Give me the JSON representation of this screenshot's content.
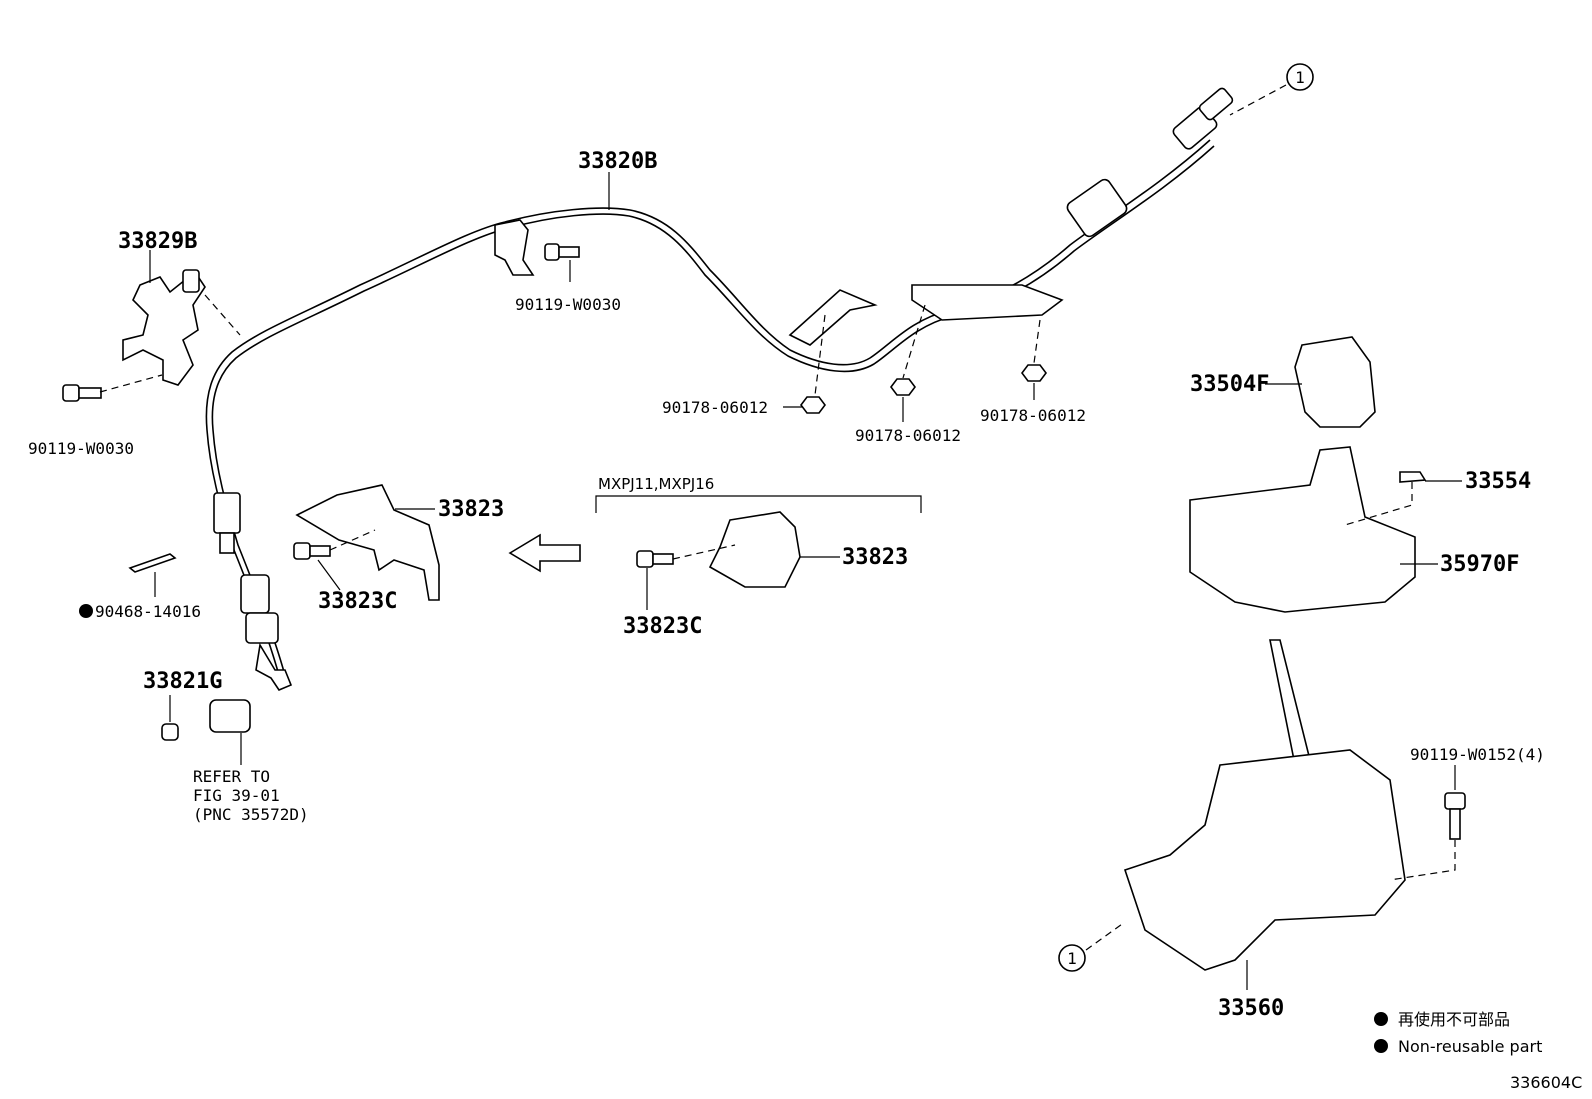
{
  "labels": {
    "cable": "33820B",
    "bracket_left": "33829B",
    "bolt_top": "90119-W0030",
    "bolt_left": "90119-W0030",
    "nut_a": "90178-06012",
    "nut_b": "90178-06012",
    "nut_c": "90178-06012",
    "clip": "90468-14016",
    "bracket_a": "33823",
    "screw_a": "33823C",
    "bracket_b": "33823",
    "screw_b": "33823C",
    "variant_note": "MXPJ11,MXPJ16",
    "retainer": "33821G",
    "refer_line1": "REFER TO",
    "refer_line2": "FIG 39-01",
    "refer_line3": "(PNC 35572D)",
    "knob": "33504F",
    "clip_small": "33554",
    "indicator": "35970F",
    "bolt_shifter": "90119-W0152(4)",
    "shifter": "33560",
    "ref_marker_1": "1",
    "ref_marker_2": "1"
  },
  "legend": {
    "items": [
      {
        "symbol": "●",
        "text": "再使用不可部品"
      },
      {
        "symbol": "●",
        "text": "Non-reusable part"
      }
    ]
  },
  "figure_id": "336604C"
}
